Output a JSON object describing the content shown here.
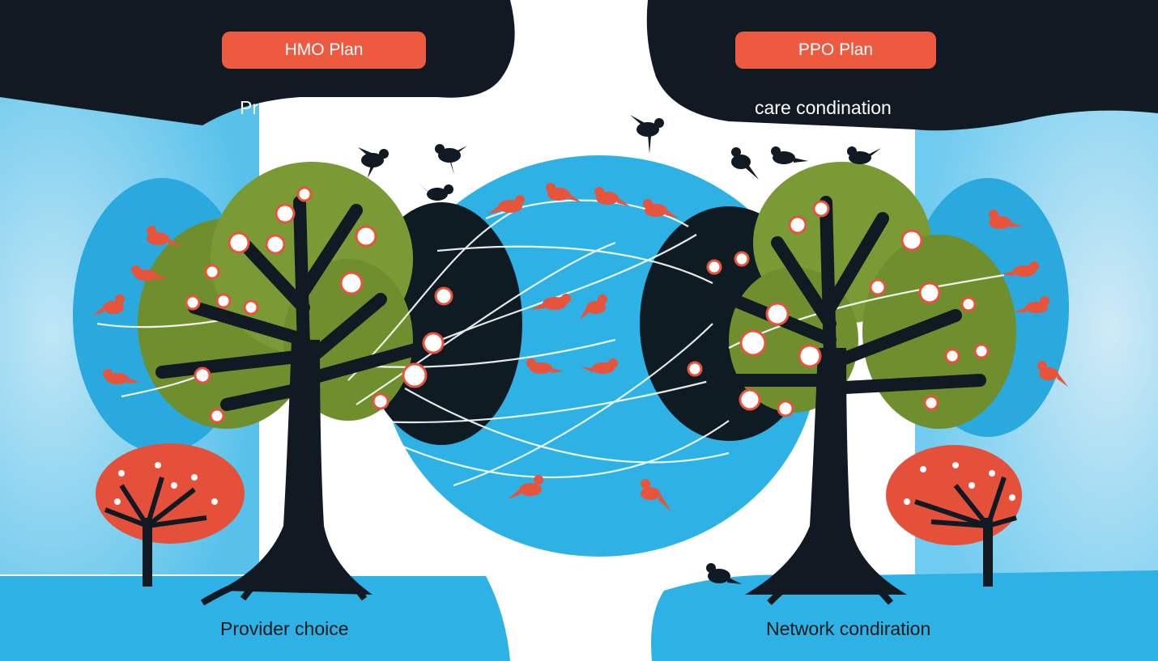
{
  "left_panel": {
    "plan_label": "HMO Plan",
    "subtitle": "Provider choetion",
    "footer_label": "Provider choice"
  },
  "right_panel": {
    "plan_label": "PPO Plan",
    "subtitle": "care condination",
    "footer_label": "Network condiration"
  },
  "colors": {
    "pill": "#ee5a3f",
    "dark": "#111a22",
    "sky": "#2eb2e6",
    "canopy": "#6f8f2f",
    "bird": "#e8533b",
    "small_tree": "#e5503a"
  },
  "icons": [
    "tree-icon",
    "bird-icon",
    "provider-badge-icon",
    "connection-line-icon"
  ]
}
